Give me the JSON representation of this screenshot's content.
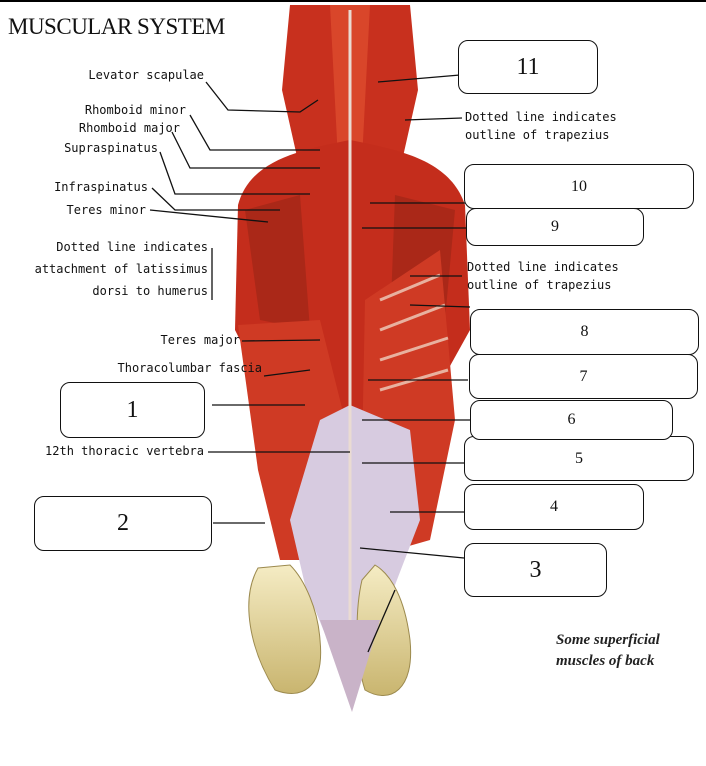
{
  "title": "MUSCULAR SYSTEM",
  "left_labels": [
    "Levator scapulae",
    "Rhomboid minor",
    "Rhomboid major",
    "Supraspinatus",
    "Infraspinatus",
    "Teres minor",
    "Dotted line indicates",
    "attachment of latissimus",
    "dorsi to humerus",
    "Teres major",
    "Thoracolumbar fascia",
    "12th thoracic vertebra"
  ],
  "right_labels": [
    "Dotted line indicates",
    "outline of trapezius",
    "Dotted line indicates",
    "outline of trapezius"
  ],
  "boxes": [
    "1",
    "2",
    "3",
    "4",
    "5",
    "6",
    "7",
    "8",
    "9",
    "10",
    "11"
  ],
  "caption": [
    "Some superficial",
    "muscles of back"
  ]
}
